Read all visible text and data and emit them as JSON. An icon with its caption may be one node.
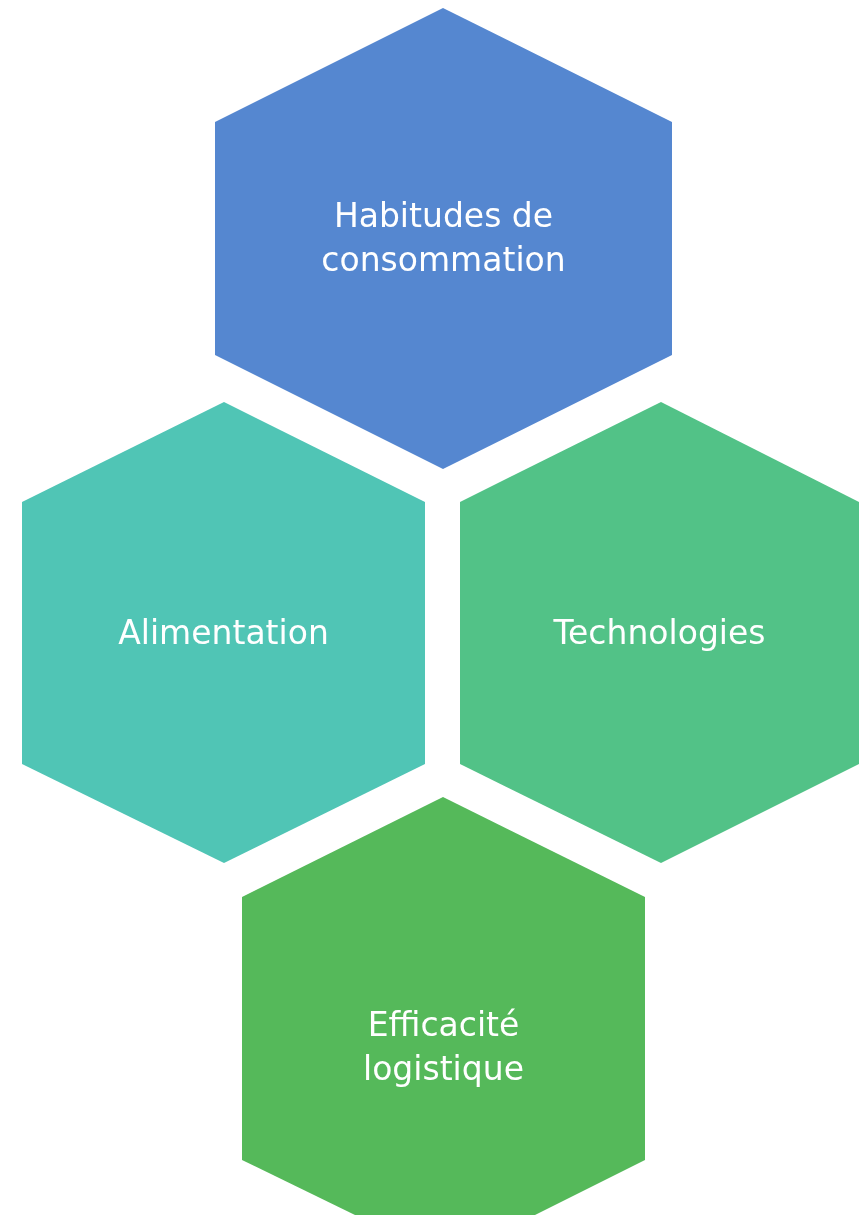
{
  "diagram": {
    "nodes": [
      {
        "text": [
          "Habitudes de consommation"
        ]
      },
      {
        "text": [
          "Alimentation"
        ]
      },
      {
        "text": [
          "Technologies"
        ]
      },
      {
        "text": [
          "Efficacité logistique"
        ]
      }
    ]
  }
}
